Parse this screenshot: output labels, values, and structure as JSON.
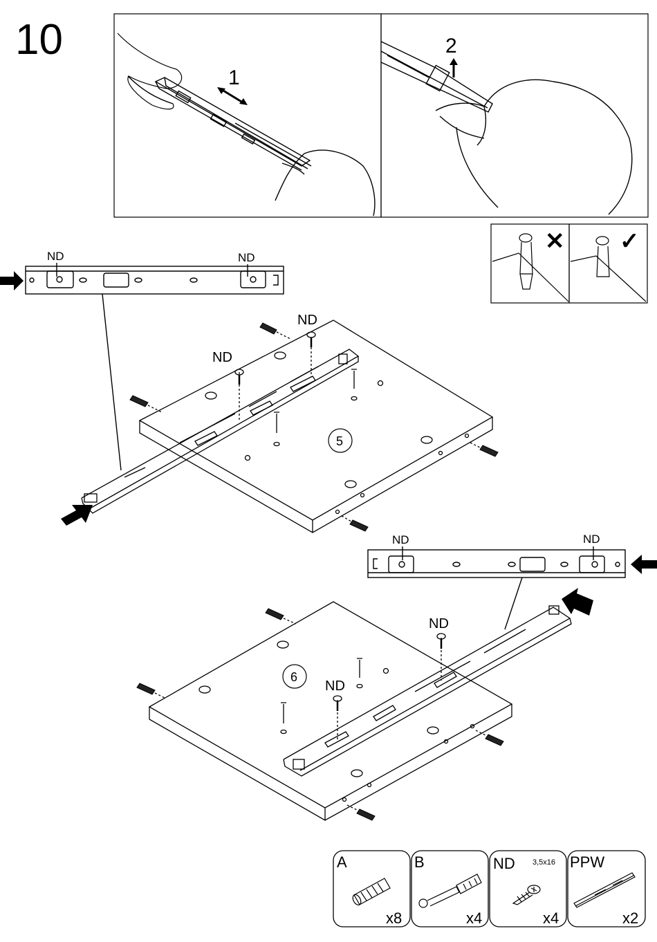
{
  "step": {
    "number": "10"
  },
  "sub_steps": {
    "one": "1",
    "two": "2"
  },
  "screw_label": "ND",
  "panels": {
    "first": "5",
    "second": "6"
  },
  "marks": {
    "wrong": "✕",
    "right": "✓"
  },
  "parts": [
    {
      "letter": "A",
      "qty": "x8",
      "icon": "wooden-dowel-icon"
    },
    {
      "letter": "B",
      "qty": "x4",
      "icon": "cam-bolt-icon"
    },
    {
      "letter": "ND",
      "size": "3,5x16",
      "qty": "x4",
      "icon": "screw-icon"
    },
    {
      "letter": "PPW",
      "qty": "x2",
      "icon": "drawer-slide-icon"
    }
  ]
}
